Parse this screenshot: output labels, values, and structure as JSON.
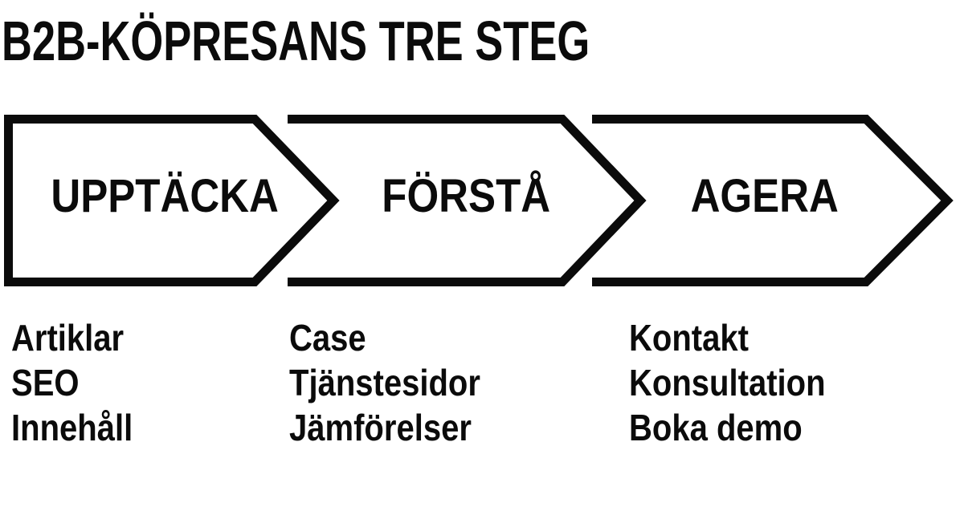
{
  "title": "B2B-KÖPRESANS TRE STEG",
  "colors": {
    "ink": "#0b0b0b",
    "background": "#ffffff"
  },
  "stages": [
    {
      "label": "UPPTÄCKA",
      "items": [
        "Artiklar",
        "SEO",
        "Innehåll"
      ]
    },
    {
      "label": "FÖRSTÅ",
      "items": [
        "Case",
        "Tjänstesidor",
        "Jämförelser"
      ]
    },
    {
      "label": "AGERA",
      "items": [
        "Kontakt",
        "Konsultation",
        "Boka demo"
      ]
    }
  ]
}
